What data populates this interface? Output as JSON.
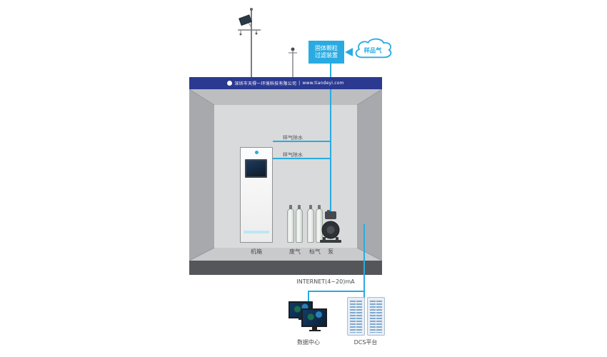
{
  "colors": {
    "accent": "#29abe2",
    "banner_bg": "#2b3990",
    "wall": "#b2b4b6",
    "back_wall": "#d9dadb",
    "floor_bar": "#55565a"
  },
  "banner": {
    "company": "深圳市天得一环境科技有限公司",
    "separator": "|",
    "website": "www.tiandeyi.com"
  },
  "filter_box": {
    "line1": "固体颗粒",
    "line2": "过滤装置"
  },
  "sample_gas_cloud": {
    "label": "样品气"
  },
  "equipment": {
    "cabinet": "机箱",
    "waste_gas": "废气",
    "standard_gas": "标气",
    "pump": "泵",
    "sample_lines": [
      "样气除水",
      "样气除水"
    ]
  },
  "network": {
    "label": "INTERNET(4~20)mA"
  },
  "terminals": {
    "data_center": "数据中心",
    "dcs": "DCS平台"
  }
}
